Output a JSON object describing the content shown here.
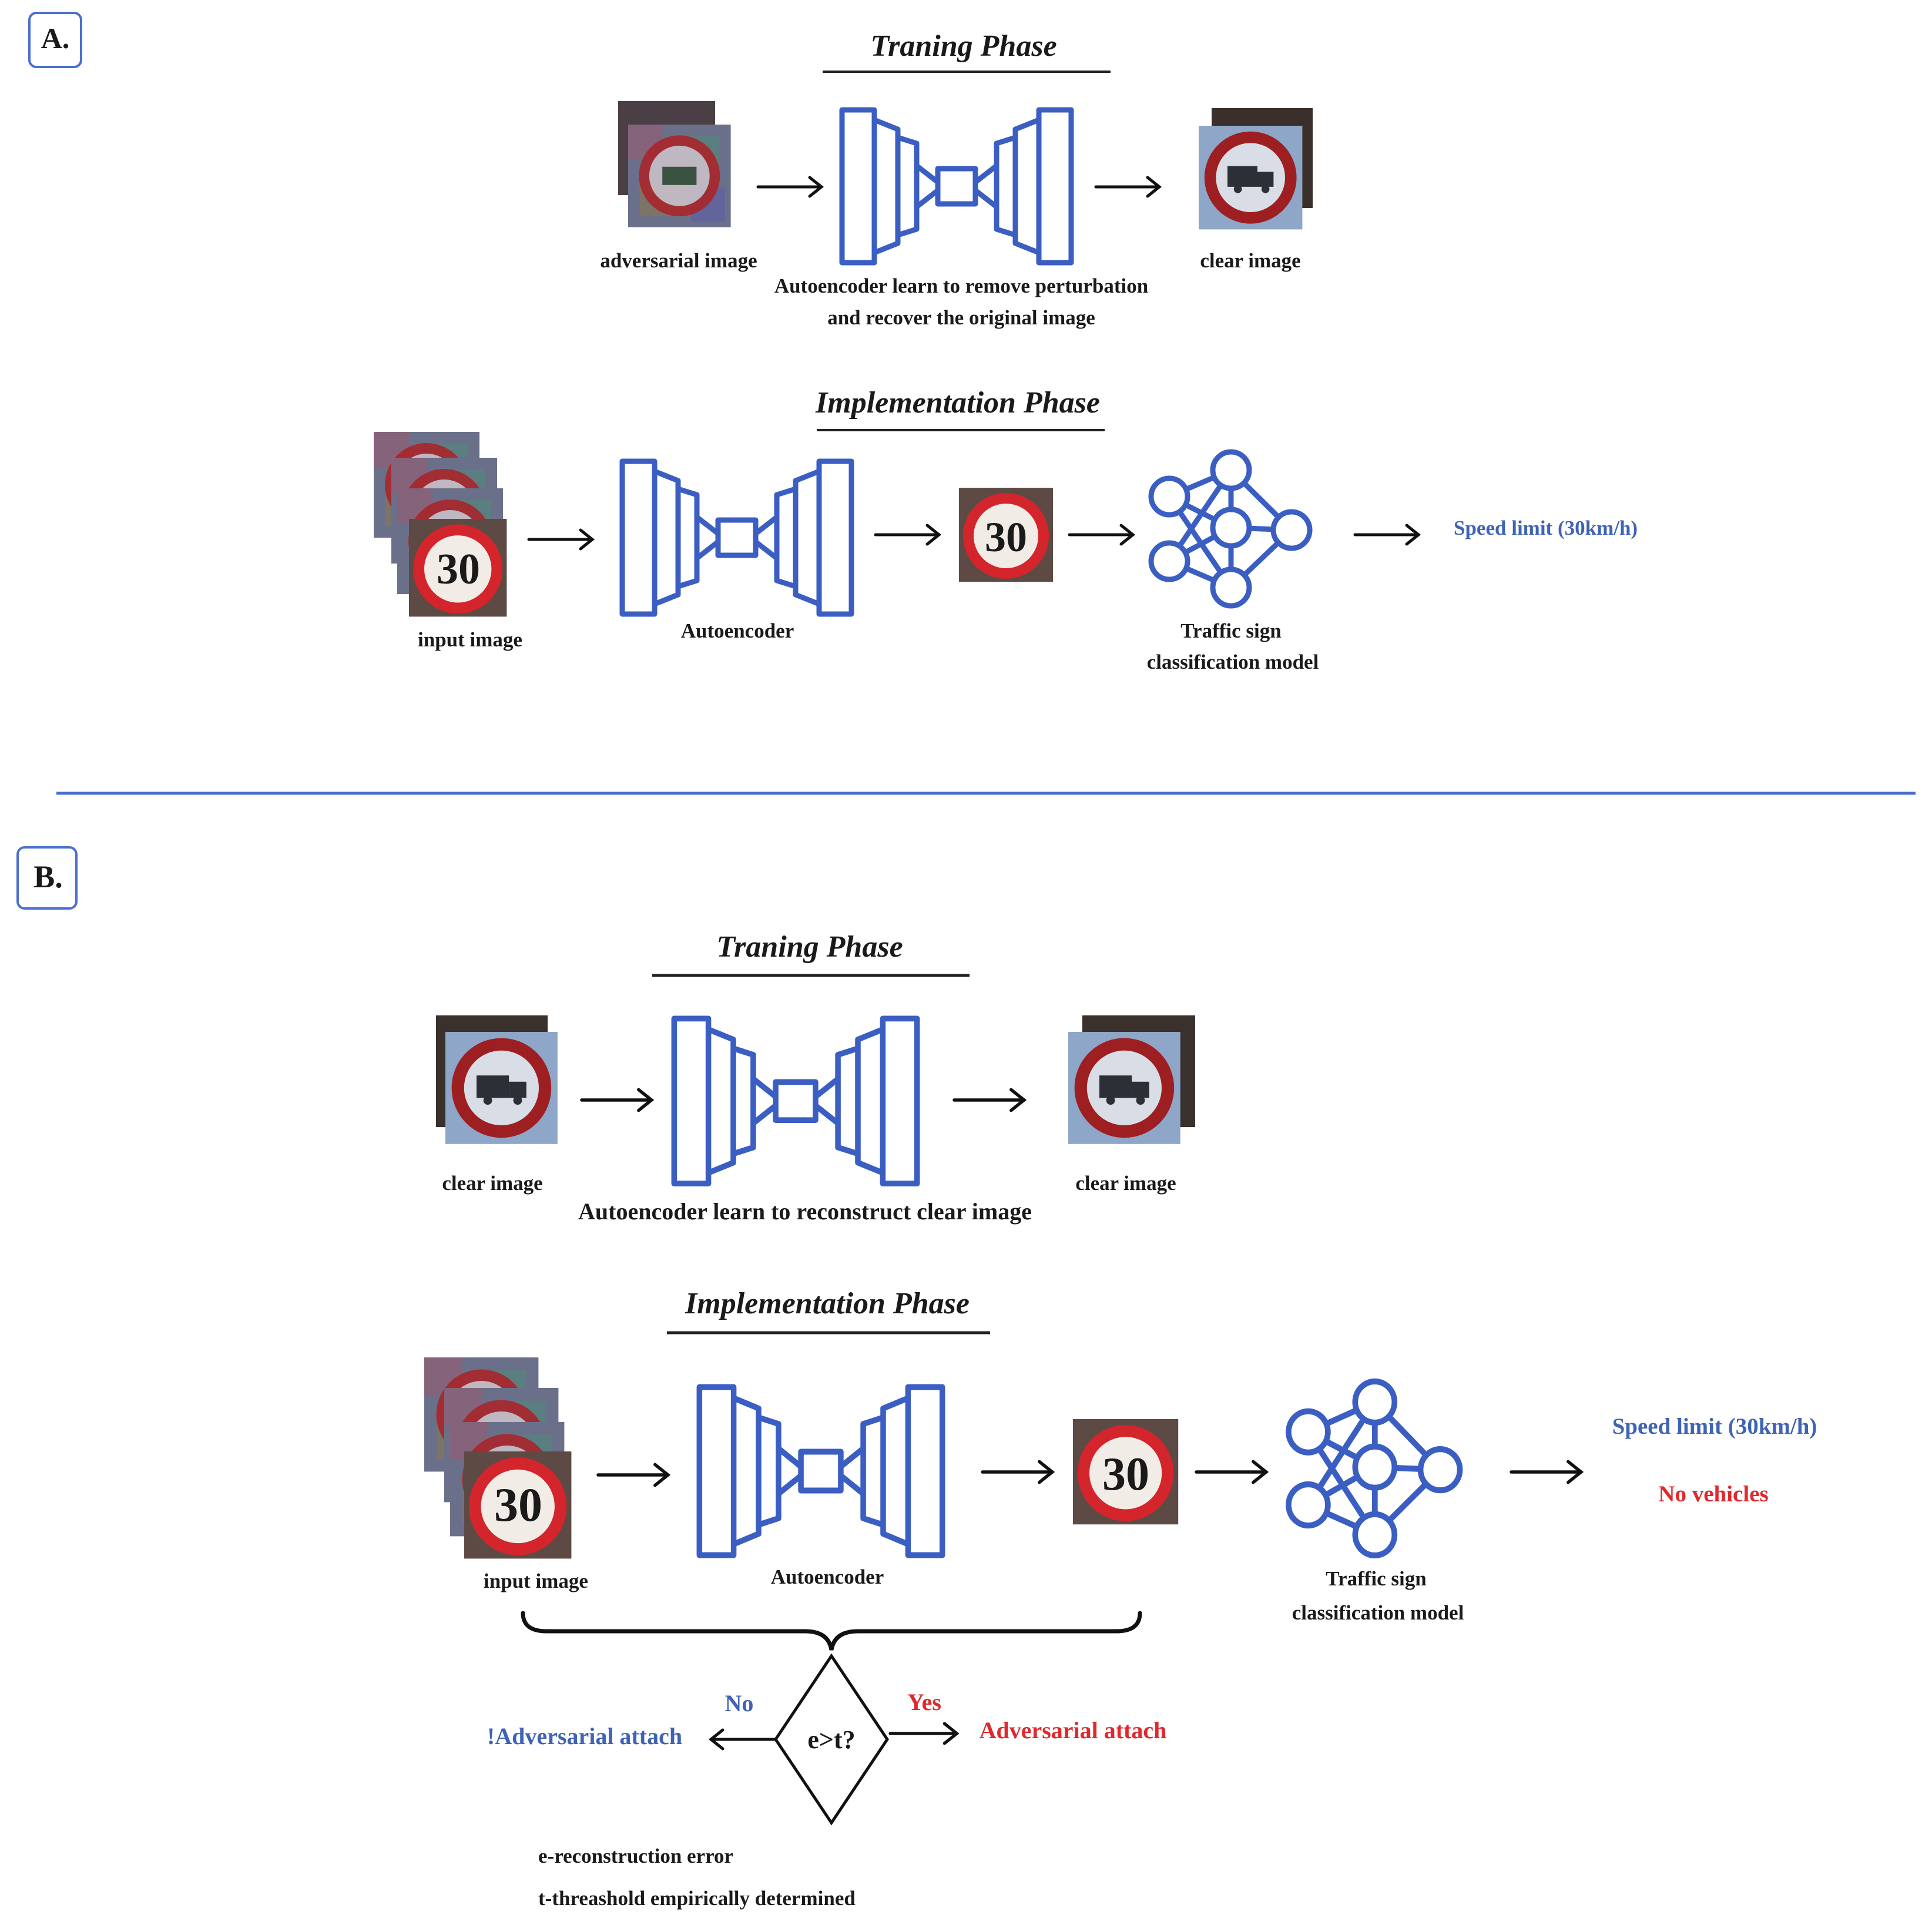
{
  "panel_a": {
    "label": "A.",
    "training": {
      "title": "Traning Phase",
      "input_caption": "adversarial image",
      "output_caption": "clear image",
      "note_line1": "Autoencoder learn to remove perturbation",
      "note_line2": "and recover the original image"
    },
    "implementation": {
      "title": "Implementation Phase",
      "input_caption": "input image",
      "autoencoder_caption": "Autoencoder",
      "model_caption_line1": "Traffic sign",
      "model_caption_line2": "classification model",
      "output": "Speed limit (30km/h)",
      "sign_number": "30"
    }
  },
  "panel_b": {
    "label": "B.",
    "training": {
      "title": "Traning Phase",
      "input_caption": "clear image",
      "output_caption": "clear image",
      "note": "Autoencoder learn to reconstruct clear image"
    },
    "implementation": {
      "title": "Implementation Phase",
      "input_caption": "input image",
      "autoencoder_caption": "Autoencoder",
      "model_caption_line1": "Traffic sign",
      "model_caption_line2": "classification model",
      "output_blue": "Speed limit (30km/h)",
      "output_red": "No vehicles",
      "sign_number": "30"
    },
    "decision": {
      "condition": "e>t?",
      "no_label": "No",
      "yes_label": "Yes",
      "no_result": "!Adversarial attach",
      "yes_result": "Adversarial attach",
      "legend_line1": "e-reconstruction error",
      "legend_line2": "t-threashold empirically determined"
    }
  },
  "colors": {
    "network_blue": "#3b5ec2",
    "text_blue": "#3f63b5",
    "text_red": "#e0282d",
    "divider": "#4a6fd0"
  }
}
